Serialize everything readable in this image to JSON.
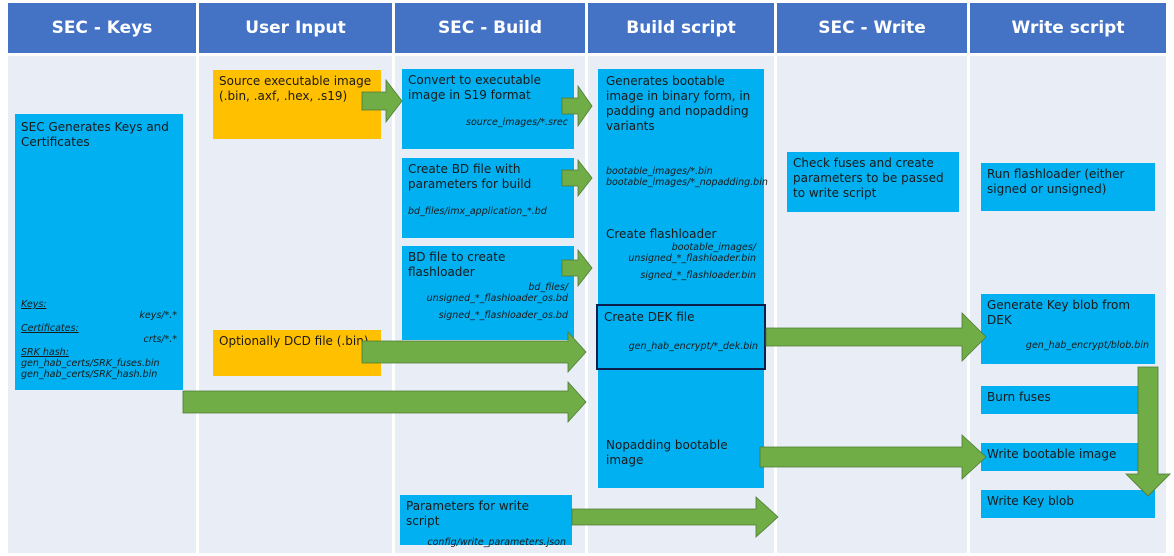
{
  "headers": {
    "sec_keys": "SEC - Keys",
    "user_input": "User Input",
    "sec_build": "SEC - Build",
    "build_script": "Build script",
    "sec_write": "SEC - Write",
    "write_script": "Write script"
  },
  "keys_box": {
    "title": "SEC Generates Keys and Certificates",
    "keys_label": "Keys:",
    "keys_path": "keys/*.*",
    "certs_label": "Certificates:",
    "certs_path": "crts/*.*",
    "srk_label": "SRK hash:",
    "srk_fuses": "gen_hab_certs/SRK_fuses.bin",
    "srk_hash": "gen_hab_certs/SRK_hash.bin"
  },
  "user_input": {
    "source_exec": "Source executable image (.bin, .axf, .hex, .s19)",
    "dcd_file": "Optionally DCD file (.bin)"
  },
  "sec_build": {
    "convert": "Convert to executable image in S19 format",
    "convert_path": "source_images/*.srec",
    "create_bd": "Create BD file with parameters for build",
    "create_bd_path": "bd_files/imx_application_*.bd",
    "bd_flash": "BD file to create flashloader",
    "bd_flash_path1": "bd_files/ unsigned_*_flashloader_os.bd",
    "bd_flash_path2": "signed_*_flashloader_os.bd",
    "params": "Parameters for write script",
    "params_path": "config/write_parameters.json"
  },
  "build_script": {
    "generates": "Generates bootable image in binary form, in padding and nopadding variants",
    "gen_path1": "bootable_images/*.bin",
    "gen_path2": "bootable_images/*_nopadding.bin",
    "create_flash": "Create flashloader",
    "flash_path1": "bootable_images/ unsigned_*_flashloader.bin",
    "flash_path2": "signed_*_flashloader.bin",
    "create_dek": "Create DEK file",
    "dek_path": "gen_hab_encrypt/*_dek.bin",
    "nopadding": "Nopadding bootable image"
  },
  "sec_write": {
    "check_fuses": "Check fuses and create parameters to be passed to write script"
  },
  "write_script": {
    "run_flash": "Run flashloader (either signed or unsigned)",
    "gen_keyblob": "Generate Key blob from DEK",
    "keyblob_path": "gen_hab_encrypt/blob.bin",
    "burn_fuses": "Burn fuses",
    "write_boot": "Write bootable image",
    "write_key": "Write Key blob"
  },
  "colors": {
    "header": "#4472c4",
    "column_bg": "#e9edf6",
    "box_blue": "#00b0f0",
    "box_orange": "#ffc000",
    "arrow_green": "#70ad47",
    "dek_border": "#0b1f4a"
  }
}
